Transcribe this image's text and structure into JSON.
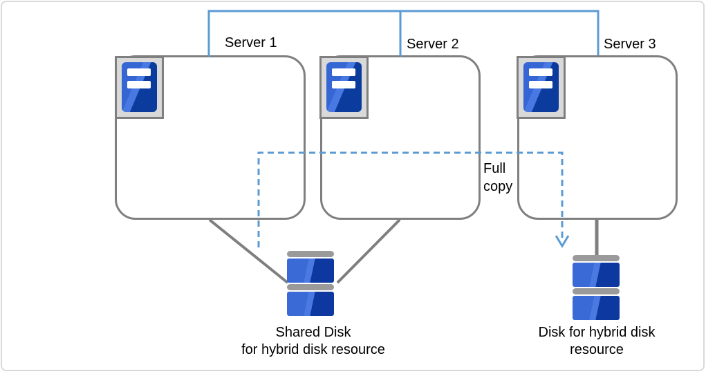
{
  "colors": {
    "network_blue": "#5B9BD5",
    "connector_gray": "#7F7F7F",
    "icon_panel_gray": "#D9D9D9",
    "server_blue_light": "#3566D4",
    "server_blue_dark": "#0B3B9D",
    "disk_platter_gray": "#9A9A9A",
    "text": "#000000",
    "page_border": "#D9D9D9"
  },
  "servers": [
    {
      "label": "Server 1"
    },
    {
      "label": "Server 2"
    },
    {
      "label": "Server 3"
    }
  ],
  "annotations": {
    "full_copy": {
      "line1": "Full",
      "line2": "copy"
    }
  },
  "disks": {
    "shared": {
      "line1": "Shared Disk",
      "line2": "for hybrid disk resource"
    },
    "single": {
      "line1": "Disk for hybrid disk",
      "line2": "resource"
    }
  }
}
